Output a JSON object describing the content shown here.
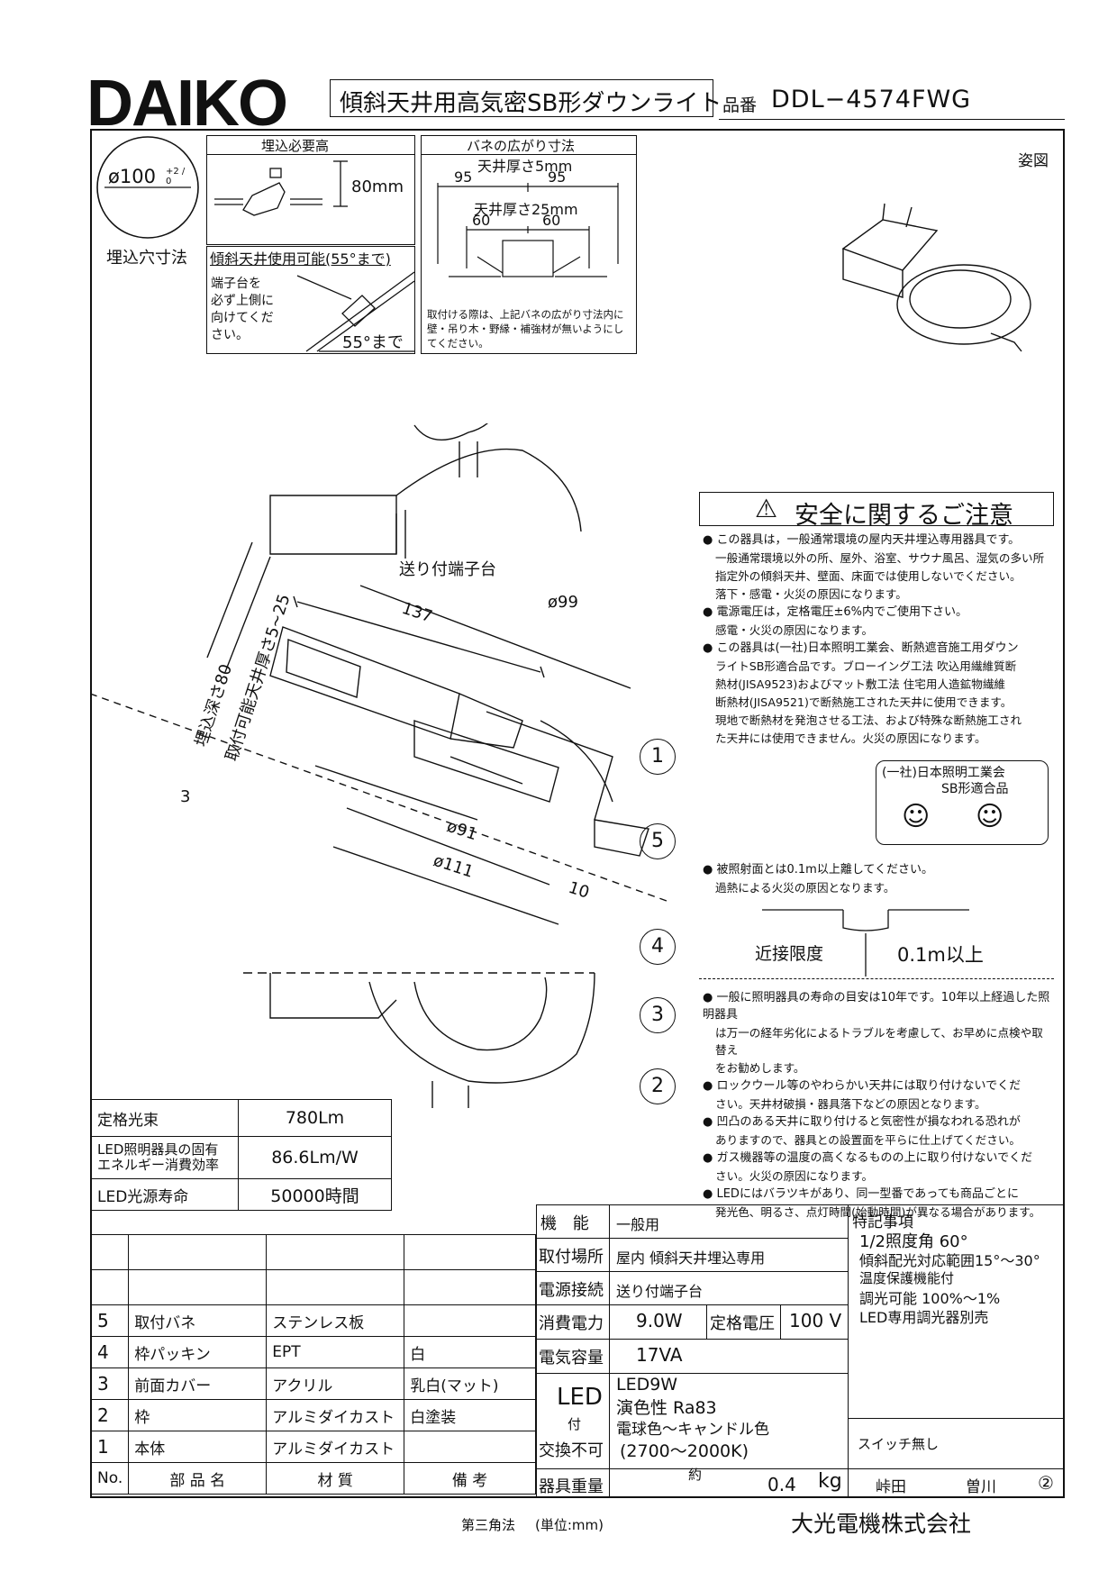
{
  "header": {
    "logo": "DAIKO",
    "product_title": "傾斜天井用高気密SB形ダウンライト",
    "model_label": "品番",
    "model_number": "DDL−4574FWG"
  },
  "hole": {
    "diameter": "ø100",
    "tolerance": "+2 / 0",
    "label": "埋込穴寸法"
  },
  "embed_height": {
    "title": "埋込必要高",
    "value": "80mm"
  },
  "slope": {
    "title": "傾斜天井使用可能(55°まで)",
    "note_lines": [
      "端子台を",
      "必ず上側に",
      "向けてくだ",
      "さい。"
    ],
    "angle": "55°まで"
  },
  "spring": {
    "title": "バネの広がり寸法",
    "thick5": "天井厚さ5mm",
    "d95a": "95",
    "d95b": "95",
    "thick25": "天井厚さ25mm",
    "d60a": "60",
    "d60b": "60",
    "note_lines": [
      "取付ける際は、上記バネの広がり寸法内に",
      "壁・吊り木・野縁・補強材が無いようにし",
      "てください。"
    ]
  },
  "perspective_label": "姿図",
  "drawing": {
    "terminal_label": "送り付端子台",
    "dim_137": "137",
    "dim_99": "ø99",
    "dim_91": "ø91",
    "dim_111": "ø111",
    "dim_10": "10",
    "dim_embed": "埋込深さ80",
    "dim_thick": "取付可能天井厚さ5~25",
    "dim_3": "3",
    "callouts": [
      "1",
      "2",
      "3",
      "4",
      "5"
    ]
  },
  "caution": {
    "title": "安全に関するご注意",
    "items": [
      [
        "● この器具は，一般通常環境の屋内天井埋込専用器具です。",
        "一般通常環境以外の所、屋外、浴室、サウナ風呂、湿気の多い所",
        "指定外の傾斜天井、壁面、床面では使用しないでください。",
        "落下・感電・火災の原因になります。"
      ],
      [
        "● 電源電圧は，定格電圧±6%内でご使用下さい。",
        "感電・火災の原因になります。"
      ],
      [
        "● この器具は(一社)日本照明工業会、断熱遮音施工用ダウン",
        "ライトSB形適合品です。ブローイング工法 吹込用繊維質断",
        "熱材(JISA9523)およびマット敷工法 住宅用人造鉱物繊維",
        "断熱材(JISA9521)で断熱施工された天井に使用できます。",
        "現地で断熱材を発泡させる工法、および特殊な断熱施工され",
        "た天井には使用できません。火災の原因になります。"
      ]
    ],
    "badge_line1": "(一社)日本照明工業会",
    "badge_line2": "SB形適合品",
    "heat": [
      "● 被照射面とは0.1m以上離してください。",
      "過熱による火災の原因となります。"
    ],
    "limit_label": "近接限度",
    "limit_value": "0.1m以上",
    "items2": [
      [
        "● 一般に照明器具の寿命の目安は10年です。10年以上経過した照明器具",
        "は万一の経年劣化によるトラブルを考慮して、お早めに点検や取替え",
        "をお勧めします。"
      ],
      [
        "● ロックウール等のやわらかい天井には取り付けないでくだ",
        "さい。天井材破損・器具落下などの原因となります。"
      ],
      [
        "● 凹凸のある天井に取り付けると気密性が損なわれる恐れが",
        "ありますので、器具との設置面を平らに仕上げてください。"
      ],
      [
        "● ガス機器等の温度の高くなるものの上に取り付けないでくだ",
        "さい。火災の原因になります。"
      ],
      [
        "● LEDにはバラツキがあり、同一型番であっても商品ごとに",
        "発光色、明るさ、点灯時間(始動時間)が異なる場合があります。"
      ]
    ]
  },
  "specs": {
    "flux_label": "定格光束",
    "flux": "780Lm",
    "eff_label1": "LED照明器具の固有",
    "eff_label2": "エネルギー消費効率",
    "eff": "86.6Lm/W",
    "life_label": "LED光源寿命",
    "life": "50000時間"
  },
  "parts": {
    "headers": [
      "No.",
      "部 品 名",
      "材 質",
      "備 考"
    ],
    "rows": [
      {
        "no": "5",
        "name": "取付バネ",
        "material": "ステンレス板",
        "note": ""
      },
      {
        "no": "4",
        "name": "枠パッキン",
        "material": "EPT",
        "note": "白"
      },
      {
        "no": "3",
        "name": "前面カバー",
        "material": "アクリル",
        "note": "乳白(マット)"
      },
      {
        "no": "2",
        "name": "枠",
        "material": "アルミダイカスト",
        "note": "白塗装"
      },
      {
        "no": "1",
        "name": "本体",
        "material": "アルミダイカスト",
        "note": ""
      }
    ]
  },
  "info": {
    "func_label": "機 能",
    "func": "一般用",
    "mount_label": "取付場所",
    "mount": "屋内 傾斜天井埋込専用",
    "conn_label": "電源接続",
    "conn": "送り付端子台",
    "power_label": "消費電力",
    "power": "9.0W",
    "rated_label": "定格電圧",
    "rated": "100 V",
    "cap_label": "電気容量",
    "cap": "17VA",
    "led_label1": "LED",
    "led_label2": "付",
    "led_label3": "交換不可",
    "led_lines": [
      "LED9W",
      "演色性 Ra83",
      "電球色〜キャンドル色",
      "(2700〜2000K)"
    ],
    "weight_label": "器具重量",
    "weight_prefix": "約",
    "weight": "0.4",
    "weight_unit": "kg"
  },
  "special": {
    "title": "特記事項",
    "lines": [
      "1/2照度角 60°",
      "傾斜配光対応範囲15°〜30°",
      "温度保護機能付",
      "調光可能 100%〜1%",
      "LED専用調光器別売"
    ],
    "switch": "スイッチ無し",
    "sign1": "峠田",
    "sign2": "曽川",
    "rev": "②"
  },
  "footer": {
    "method": "第三角法",
    "unit": "(単位:mm)",
    "company": "大光電機株式会社"
  }
}
